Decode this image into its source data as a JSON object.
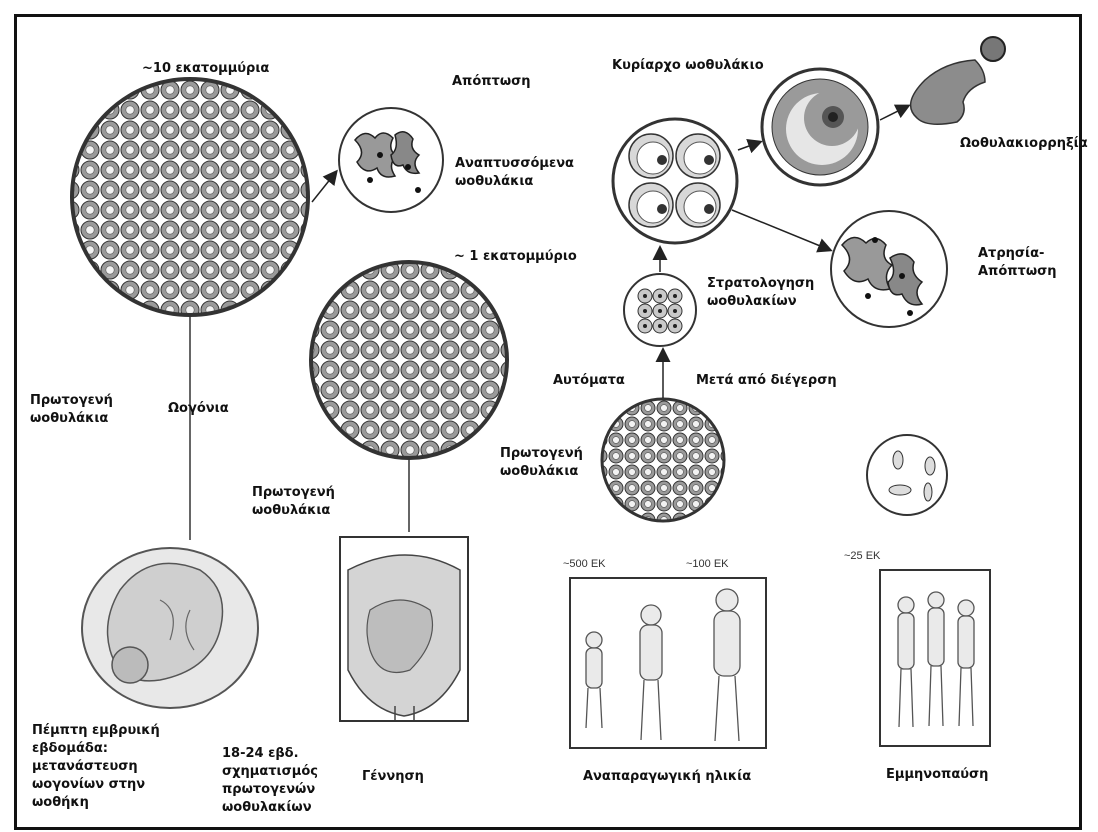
{
  "labels": {
    "ten_million": "~10 εκατομμύρια",
    "apoptosis_top": "Απόπτωση",
    "developing_follicles": "Αναπτυσσόμενα ωοθυλάκια",
    "dominant_follicle": "Κυρίαρχο ωοθυλάκιο",
    "ovulation": "Ωοθυλακιορρηξία",
    "one_million": "~ 1 εκατομμύριο",
    "atresia": "Ατρησία- Απόπτωση",
    "recruitment": "Στρατολογηση ωοθυλακίων",
    "spontaneous": "Αυτόματα",
    "after_stimulation": "Μετά από διέγερση",
    "primordial_left": "Πρωτογενή ωοθυλάκια",
    "oogonia": "Ωογόνια",
    "primordial_mid": "Πρωτογενή ωοθυλάκια",
    "primordial_right": "Πρωτογενή ωοθυλάκια",
    "count_500": "~500 ΕΚ",
    "count_100": "~100 ΕΚ",
    "count_25": "~25 ΕΚ",
    "fifth_week": "Πέμπτη εμβρυική εβδομάδα: μετανάστευση ωογονίων στην ωοθήκη",
    "weeks_18_24": "18-24 εβδ. σχηματισμός πρωτογενών ωοθυλακίων",
    "birth": "Γέννηση",
    "reproductive_age": "Αναπαραγωγική ηλικία",
    "menopause": "Εμμηνοπαύση"
  }
}
